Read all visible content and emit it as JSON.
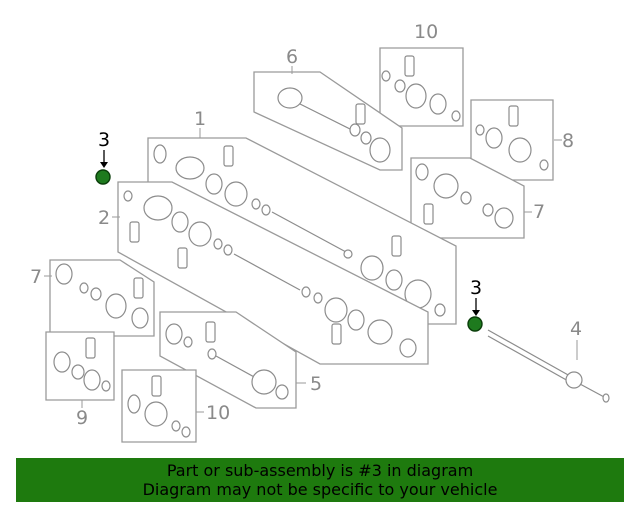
{
  "callouts": {
    "c1": "1",
    "c2": "2",
    "c3a": "3",
    "c3b": "3",
    "c4": "4",
    "c5": "5",
    "c6": "6",
    "c7a": "7",
    "c7b": "7",
    "c8": "8",
    "c9": "9",
    "c10a": "10",
    "c10b": "10"
  },
  "banner": {
    "line1": "Part or sub-assembly is #3 in diagram",
    "line2": "Diagram may not be specific to your vehicle"
  },
  "colors": {
    "highlight": "#1e7a1e",
    "banner_bg": "#1e7a0e"
  }
}
